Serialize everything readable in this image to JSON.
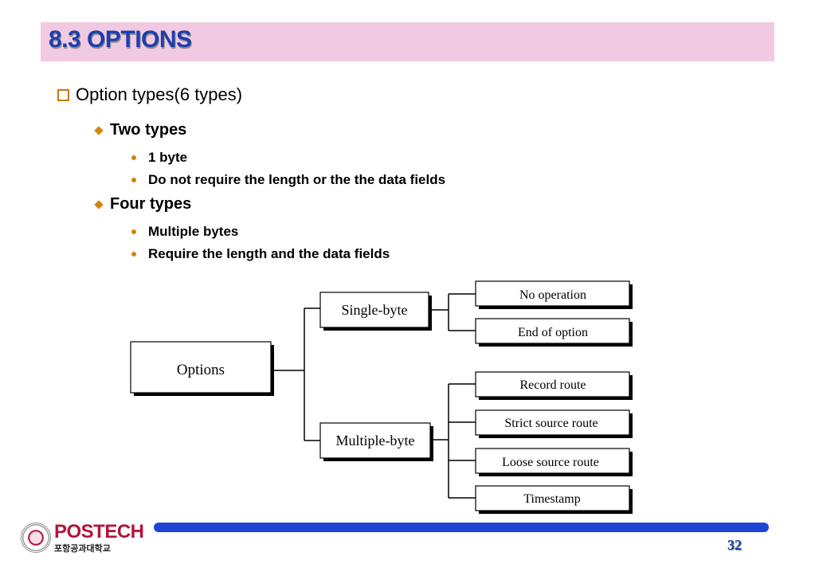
{
  "header": {
    "title": "8.3 OPTIONS"
  },
  "content": {
    "item1": "Option types(6 types)",
    "groups": [
      {
        "label": "Two types",
        "points": [
          "1 byte",
          "Do not require the length or the the data fields"
        ]
      },
      {
        "label": "Four types",
        "points": [
          "Multiple bytes",
          "Require the length and the data fields"
        ]
      }
    ]
  },
  "diagram": {
    "root": "Options",
    "single": "Single-byte",
    "multiple": "Multiple-byte",
    "single_children": [
      "No operation",
      "End of option"
    ],
    "multiple_children": [
      "Record route",
      "Strict source route",
      "Loose source route",
      "Timestamp"
    ]
  },
  "footer": {
    "page_number": "32",
    "logo_text": "POSTECH",
    "logo_subtext": "포항공과대학교"
  },
  "colors": {
    "title": "#1b3fae",
    "title_band": "#f1c9e0",
    "bullet": "#d6820f",
    "footer_bar": "#1f45d6",
    "logo": "#b3143a"
  }
}
